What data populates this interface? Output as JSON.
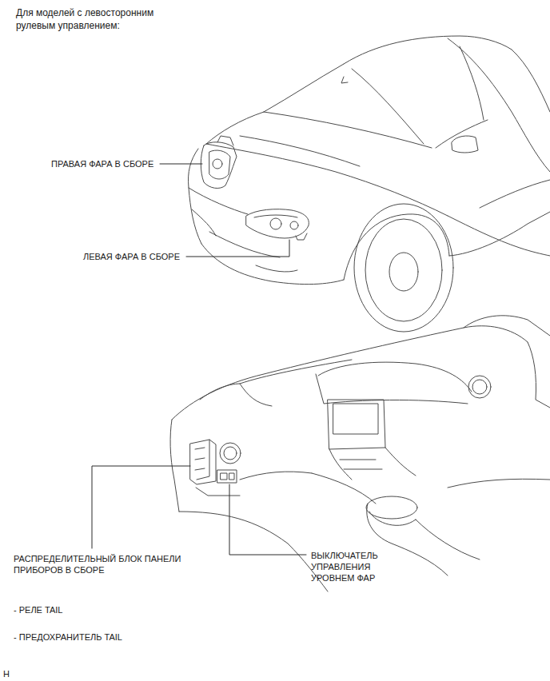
{
  "diagram": {
    "title": "Для моделей с левосторонним рулевым управлением:",
    "labels": [
      "ПРАВАЯ ФАРА В СБОРЕ",
      "ЛЕВАЯ ФАРА В СБОРЕ",
      "РАСПРЕДЕЛИТЕЛЬНЫЙ БЛОК ПАНЕЛИ ПРИБОРОВ В СБОРЕ",
      "ВЫКЛЮЧАТЕЛЬ УПРАВЛЕНИЯ УРОВНЕМ ФАР",
      "- РЕЛЕ TAIL",
      "- ПРЕДОХРАНИТЕЛЬ TAIL",
      "H"
    ]
  }
}
